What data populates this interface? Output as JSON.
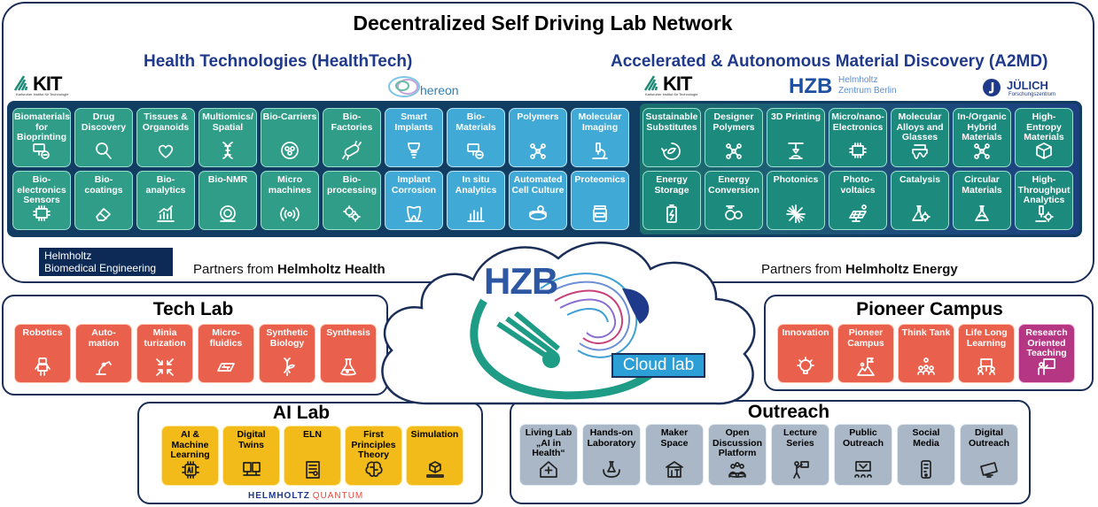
{
  "network": {
    "title": "Decentralized Self Driving Lab Network",
    "health_title": "Health Technologies (HealthTech)",
    "energy_title": "Accelerated & Autonomous Material Discovery (A2MD)",
    "partners_health_prefix": "Partners from ",
    "partners_health_org": "Helmholtz Health",
    "partners_energy_prefix": "Partners from ",
    "partners_energy_org": "Helmholtz Energy"
  },
  "logos": {
    "kit": "KIT",
    "kit_sub": "Karlsruher Institut für Technologie",
    "hereon": "hereon",
    "hzb": "HZB",
    "hzb_sub_1": "Helmholtz",
    "hzb_sub_2": "Zentrum Berlin",
    "juelich": "JÜLICH",
    "juelich_sub": "Forschungszentrum",
    "hbe_1": "Helmholtz",
    "hbe_2": "Biomedical Engineering",
    "hq_1": "HELMHOLTZ",
    "hq_2": "QUANTUM",
    "cloud_hzb": "HZB",
    "cloud_label": "Cloud lab"
  },
  "health_tiles": [
    {
      "label": "Biomaterials for Bioprinting",
      "icon": "bioprinting-icon",
      "color": "green"
    },
    {
      "label": "Drug Discovery",
      "icon": "magnifier-icon",
      "color": "green"
    },
    {
      "label": "Tissues & Organoids",
      "icon": "heart-icon",
      "color": "green"
    },
    {
      "label": "Multiomics/ Spatial",
      "icon": "dna-icon",
      "color": "green"
    },
    {
      "label": "Bio-Carriers",
      "icon": "cell-icon",
      "color": "green"
    },
    {
      "label": "Bio-Factories",
      "icon": "bacteria-icon",
      "color": "green"
    },
    {
      "label": "Smart Implants",
      "icon": "tooth-implant-icon",
      "color": "blue"
    },
    {
      "label": "Bio-Materials",
      "icon": "bioprinting-icon",
      "color": "blue"
    },
    {
      "label": "Polymers",
      "icon": "molecule-icon",
      "color": "blue"
    },
    {
      "label": "Molecular Imaging",
      "icon": "microscope-icon",
      "color": "blue"
    },
    {
      "label": "Bio-electronics Sensors",
      "icon": "chip-icon",
      "color": "green"
    },
    {
      "label": "Bio-coatings",
      "icon": "eraser-icon",
      "color": "green"
    },
    {
      "label": "Bio-analytics",
      "icon": "chart-icon",
      "color": "green"
    },
    {
      "label": "Bio-NMR",
      "icon": "scanner-icon",
      "color": "green"
    },
    {
      "label": "Micro machines",
      "icon": "signal-icon",
      "color": "green"
    },
    {
      "label": "Bio-processing",
      "icon": "gears-icon",
      "color": "green"
    },
    {
      "label": "Implant Corrosion",
      "icon": "tooth-icon",
      "color": "blue"
    },
    {
      "label": "In situ Analytics",
      "icon": "bar-chart-icon",
      "color": "blue"
    },
    {
      "label": "Automated Cell Culture",
      "icon": "petri-dish-icon",
      "color": "blue"
    },
    {
      "label": "Proteomics",
      "icon": "protein-jar-icon",
      "color": "blue"
    }
  ],
  "energy_tiles": [
    {
      "label": "Sustainable Substitutes",
      "icon": "recycle-icon"
    },
    {
      "label": "Designer Polymers",
      "icon": "molecule-icon"
    },
    {
      "label": "3D Printing",
      "icon": "printer-3d-icon"
    },
    {
      "label": "Micro/nano-Electronics",
      "icon": "chip-icon"
    },
    {
      "label": "Molecular Alloys and Glasses",
      "icon": "melting-icon"
    },
    {
      "label": "In-/Organic Hybrid Materials",
      "icon": "molecule-icon"
    },
    {
      "label": "High-Entropy Materials",
      "icon": "cube-icon"
    },
    {
      "label": "Energy Storage",
      "icon": "battery-icon"
    },
    {
      "label": "Energy Conversion",
      "icon": "conversion-icon"
    },
    {
      "label": "Photonics",
      "icon": "laser-icon"
    },
    {
      "label": "Photo-voltaics",
      "icon": "solar-panel-icon"
    },
    {
      "label": "Catalysis",
      "icon": "flask-gear-icon"
    },
    {
      "label": "Circular Materials",
      "icon": "flask-cycle-icon"
    },
    {
      "label": "High-Throughput Analytics",
      "icon": "microscope-gear-icon"
    }
  ],
  "tech_lab": {
    "title": "Tech Lab",
    "tiles": [
      {
        "label": "Robotics",
        "icon": "robot-icon"
      },
      {
        "label": "Auto-mation",
        "icon": "robot-arm-icon"
      },
      {
        "label": "Minia turization",
        "icon": "shrink-icon"
      },
      {
        "label": "Micro-fluidics",
        "icon": "microfluidic-chip-icon"
      },
      {
        "label": "Synthetic Biology",
        "icon": "dna-plant-icon"
      },
      {
        "label": "Synthesis",
        "icon": "flask-icon"
      }
    ]
  },
  "pioneer_campus": {
    "title": "Pioneer Campus",
    "tiles": [
      {
        "label": "Innovation",
        "icon": "lightbulb-icon",
        "color": "red"
      },
      {
        "label": "Pioneer Campus",
        "icon": "flag-climber-icon",
        "color": "red"
      },
      {
        "label": "Think Tank",
        "icon": "team-idea-icon",
        "color": "red"
      },
      {
        "label": "Life Long Learning",
        "icon": "lecture-icon",
        "color": "red"
      },
      {
        "label": "Research Oriented Teaching",
        "icon": "teacher-icon",
        "color": "magenta"
      }
    ]
  },
  "ai_lab": {
    "title": "AI Lab",
    "tiles": [
      {
        "label": "AI & Machine Learning",
        "icon": "ai-chip-icon"
      },
      {
        "label": "Digital Twins",
        "icon": "twins-icon"
      },
      {
        "label": "ELN",
        "icon": "notebook-icon"
      },
      {
        "label": "First Principles Theory",
        "icon": "brain-icon"
      },
      {
        "label": "Simulation",
        "icon": "cube-screen-icon"
      }
    ]
  },
  "outreach": {
    "title": "Outreach",
    "tiles": [
      {
        "label": "Living Lab „AI in Health“",
        "icon": "medical-house-icon"
      },
      {
        "label": "Hands-on Laboratory",
        "icon": "hands-flask-icon"
      },
      {
        "label": "Maker Space",
        "icon": "tools-icon"
      },
      {
        "label": "Open Discussion Platform",
        "icon": "discussion-icon"
      },
      {
        "label": "Lecture Series",
        "icon": "lecturer-icon"
      },
      {
        "label": "Public Outreach",
        "icon": "presentation-icon"
      },
      {
        "label": "Social Media",
        "icon": "phone-icon"
      },
      {
        "label": "Digital Outreach",
        "icon": "digital-icon"
      }
    ]
  }
}
